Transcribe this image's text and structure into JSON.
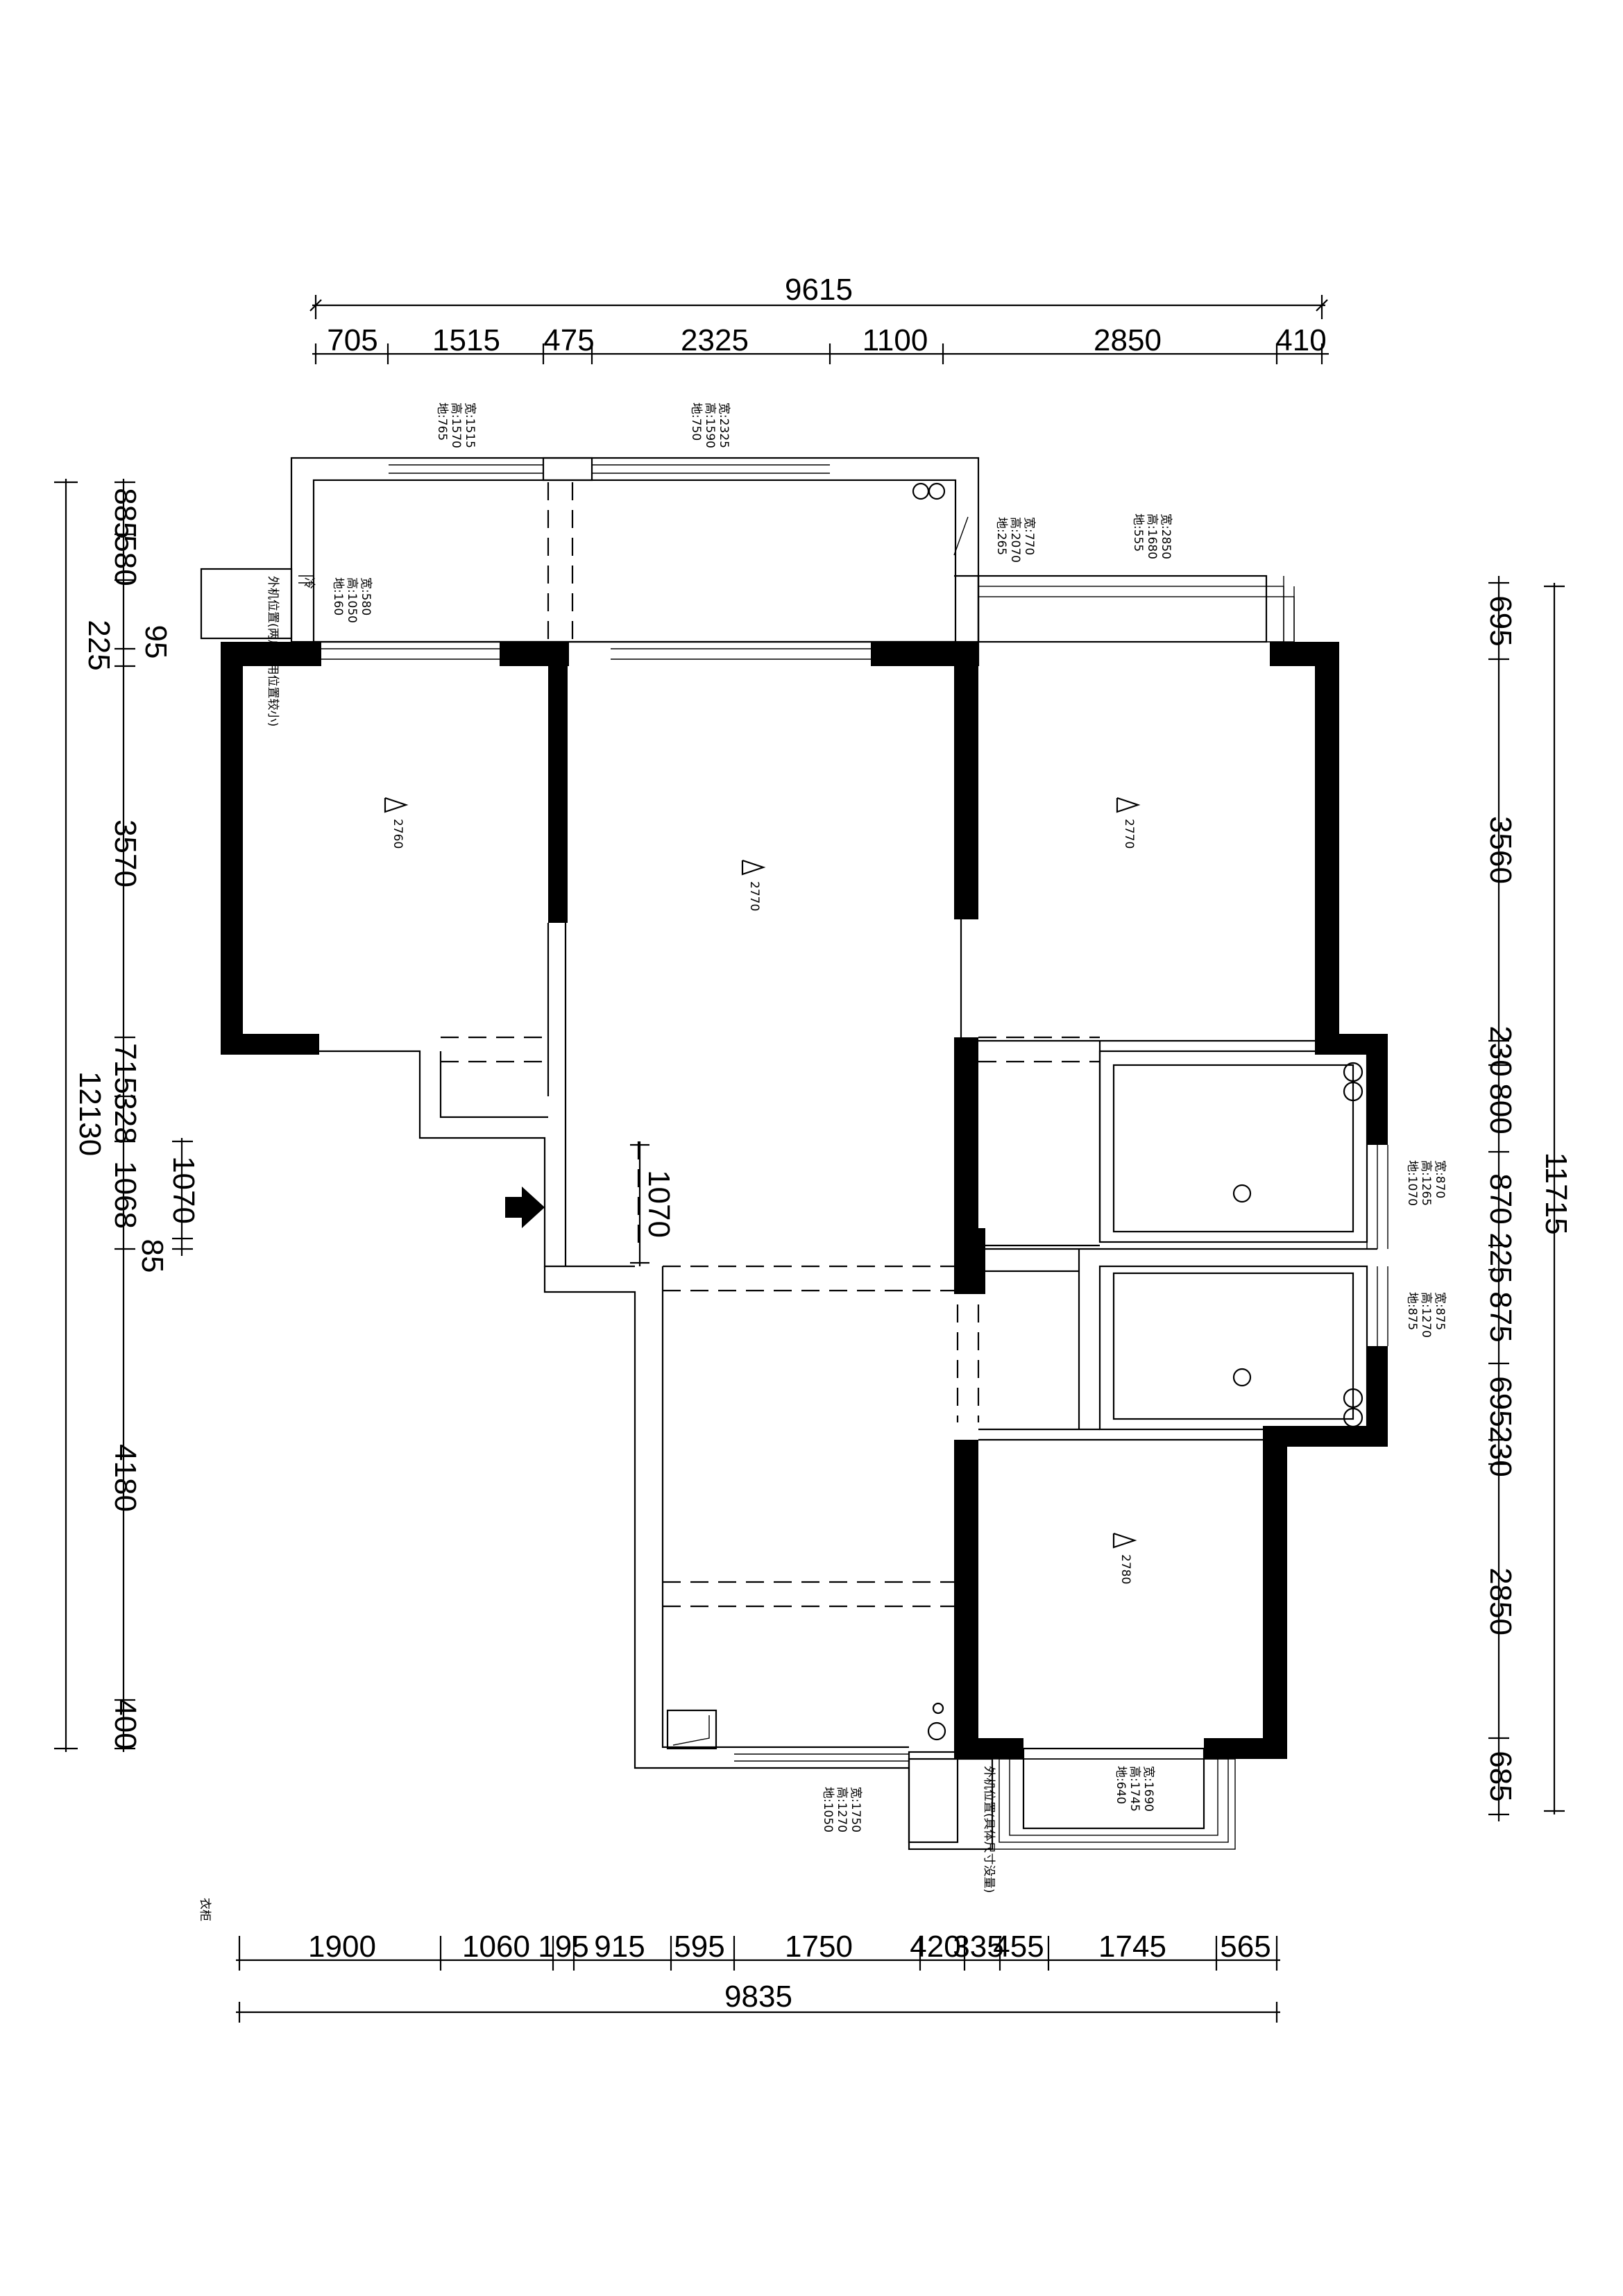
{
  "top_dims": {
    "total": "9615",
    "segments": [
      "705",
      "1515",
      "475",
      "2325",
      "1100",
      "2850",
      "410"
    ]
  },
  "bottom_dims": {
    "total": "9835",
    "segments": [
      "1900",
      "1060",
      "195",
      "915",
      "595",
      "1750",
      "420",
      "335",
      "455",
      "1745",
      "565"
    ]
  },
  "left_dims": {
    "total": "12130",
    "segments": [
      "885",
      "580",
      "95",
      "225",
      "3570",
      "715",
      "328",
      "1068",
      "4180",
      "400"
    ],
    "sub": [
      "1070",
      "85"
    ]
  },
  "right_dims": {
    "total": "11715",
    "segments": [
      "695",
      "3560",
      "230",
      "800",
      "870",
      "225",
      "875",
      "695",
      "230",
      "2850",
      "685"
    ]
  },
  "door_dim": "1070",
  "ceiling_heights": [
    "2760",
    "2770",
    "2770",
    "2780"
  ],
  "window_notes": {
    "top_left": [
      "宽:1515",
      "高:1570",
      "地:765"
    ],
    "top_mid": [
      "宽:2325",
      "高:1590",
      "地:750"
    ],
    "top_right_small": [
      "宽:770",
      "高:2070",
      "地:265"
    ],
    "top_right": [
      "宽:2850",
      "高:1680",
      "地:555"
    ],
    "left_small": [
      "宽:580",
      "高:1050",
      "地:160"
    ],
    "bath1": [
      "宽:870",
      "高:1265",
      "地:1070"
    ],
    "bath2": [
      "宽:875",
      "高:1270",
      "地:875"
    ],
    "bottom_mid": [
      "宽:1750",
      "高:1270",
      "地:1050"
    ],
    "bottom_right": [
      "宽:1690",
      "高:1745",
      "地:640"
    ]
  },
  "ac_notes": {
    "left": "外机位置(两户共用位置较小)",
    "bottom": "外机位置(具体尺寸没量)",
    "left_extra": "冷"
  },
  "wardrobe_label": "衣柜"
}
